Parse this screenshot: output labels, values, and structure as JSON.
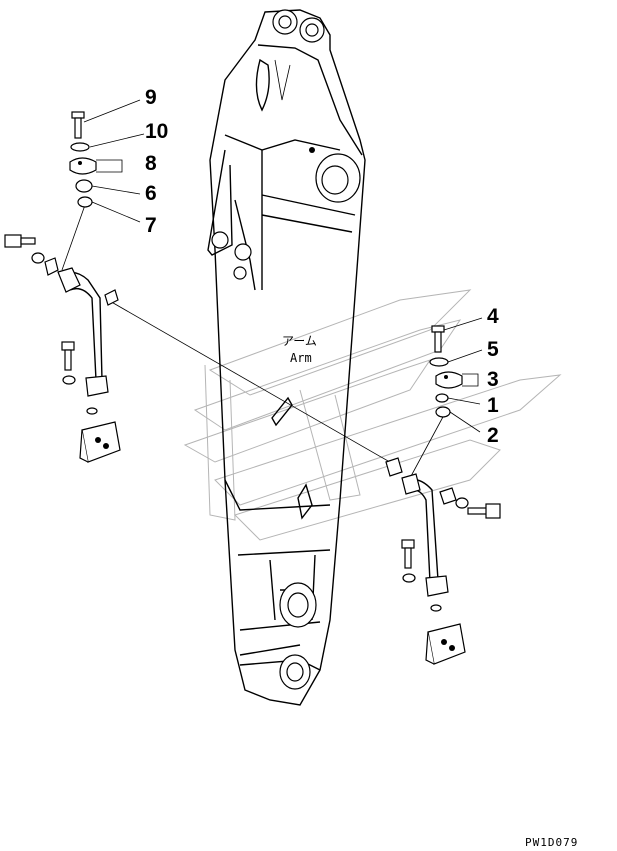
{
  "part_label": {
    "jp": "アーム",
    "en": "Arm"
  },
  "drawing_code": "PW1D079",
  "callouts": [
    {
      "id": "callout-9",
      "text": "9"
    },
    {
      "id": "callout-10",
      "text": "10"
    },
    {
      "id": "callout-8",
      "text": "8"
    },
    {
      "id": "callout-6",
      "text": "6"
    },
    {
      "id": "callout-7",
      "text": "7"
    },
    {
      "id": "callout-4",
      "text": "4"
    },
    {
      "id": "callout-5",
      "text": "5"
    },
    {
      "id": "callout-3",
      "text": "3"
    },
    {
      "id": "callout-1",
      "text": "1"
    },
    {
      "id": "callout-2",
      "text": "2"
    }
  ]
}
